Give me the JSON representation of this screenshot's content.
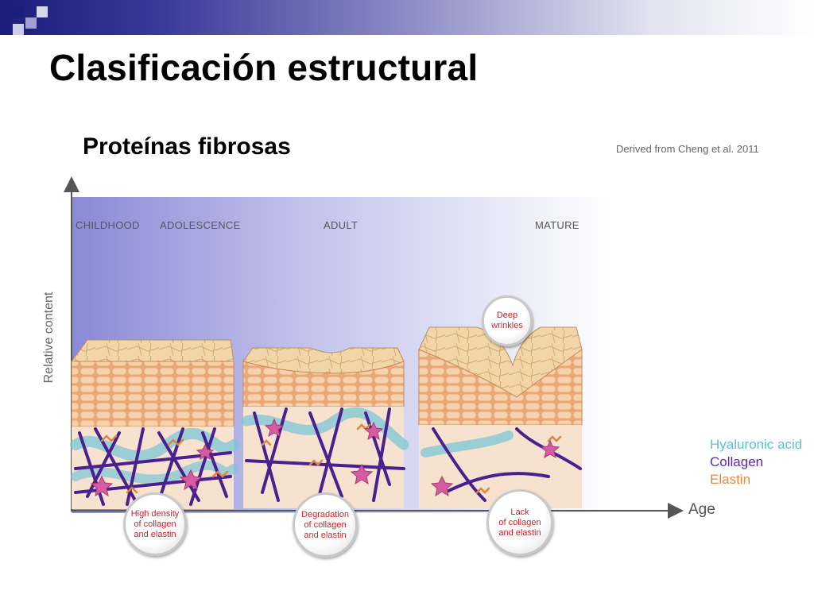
{
  "slide": {
    "title": "Clasificación estructural",
    "subtitle": "Proteínas fibrosas"
  },
  "figure": {
    "credit": "Derived from Cheng et al. 2011",
    "y_axis_label": "Relative content",
    "x_axis_label": "Age",
    "stages": [
      "CHILDHOOD",
      "ADOLESCENCE",
      "ADULT",
      "MATURE"
    ],
    "callouts": {
      "high_density": "High density\nof collagen\nand elastin",
      "degradation": "Degradation\nof collagen\nand elastin",
      "lack": "Lack\nof collagen\nand elastin",
      "wrinkles": "Deep\nwrinkles"
    },
    "legend": [
      {
        "label": "Hyaluronic acid",
        "color": "#5bc0de"
      },
      {
        "label": "Collagen",
        "color": "#5b2ca0"
      },
      {
        "label": "Elastin",
        "color": "#e08a4a"
      }
    ]
  },
  "colors": {
    "title_band_dark": "#1c1c7a",
    "background_gradient": "#8a8ad6",
    "skin_surface": "#f0d4a8",
    "epidermis_cells": "#f6c49a",
    "dermis": "#f7e2cf",
    "collagen": "#4a2090",
    "hyaluronic": "#7cc6d6",
    "elastin": "#d9863e",
    "fibroblast": "#d85aa0"
  }
}
